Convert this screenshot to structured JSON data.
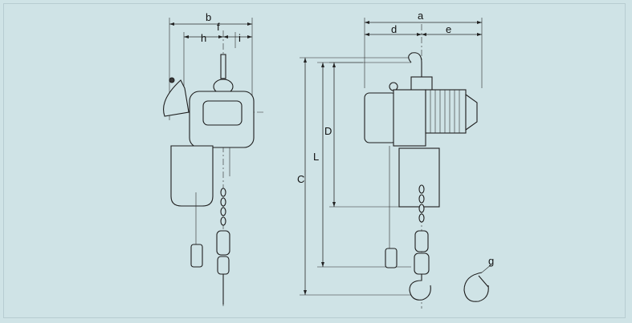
{
  "labels": {
    "b": "b",
    "f": "f",
    "h": "h",
    "i": "i",
    "a": "a",
    "d": "d",
    "e": "e",
    "C": "C",
    "L": "L",
    "D": "D",
    "g": "g"
  },
  "colors": {
    "background": "#cfe3e6",
    "line": "#1e1e1e",
    "fill_dark": "#3a3a3a"
  }
}
